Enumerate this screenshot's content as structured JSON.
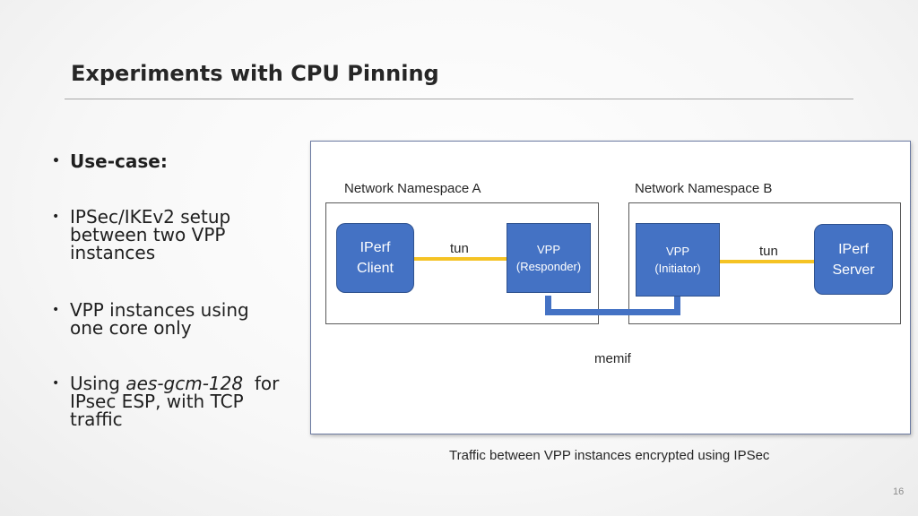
{
  "slide": {
    "title": "Experiments with CPU Pinning",
    "page_number": "16",
    "bullets": [
      {
        "lines": [
          "Use-case:"
        ]
      },
      {
        "lines": [
          "IPSec/IKEv2 setup",
          "between two VPP",
          "instances"
        ]
      },
      {
        "lines": [
          "VPP instances using",
          "one core only"
        ]
      },
      {
        "pre": "Using ",
        "emph": "aes-gcm-128",
        "post": "  for",
        "lines": [
          "IPsec ESP, with TCP",
          "traffic"
        ]
      }
    ],
    "bullet_glyph": "•"
  },
  "diagram": {
    "namespace_a": "Network Namespace A",
    "namespace_b": "Network Namespace B",
    "iperf_client": [
      "IPerf",
      "Client"
    ],
    "vpp_responder": [
      "VPP",
      "(Responder)"
    ],
    "vpp_initiator": [
      "VPP",
      "(Initiator)"
    ],
    "iperf_server": [
      "IPerf",
      "Server"
    ],
    "tun_a": "tun",
    "tun_b": "tun",
    "memif": "memif",
    "colors": {
      "node": "#4472c4",
      "tun": "#f5c324",
      "memif": "#4472c4"
    }
  },
  "caption": "Traffic between VPP instances encrypted using IPSec"
}
